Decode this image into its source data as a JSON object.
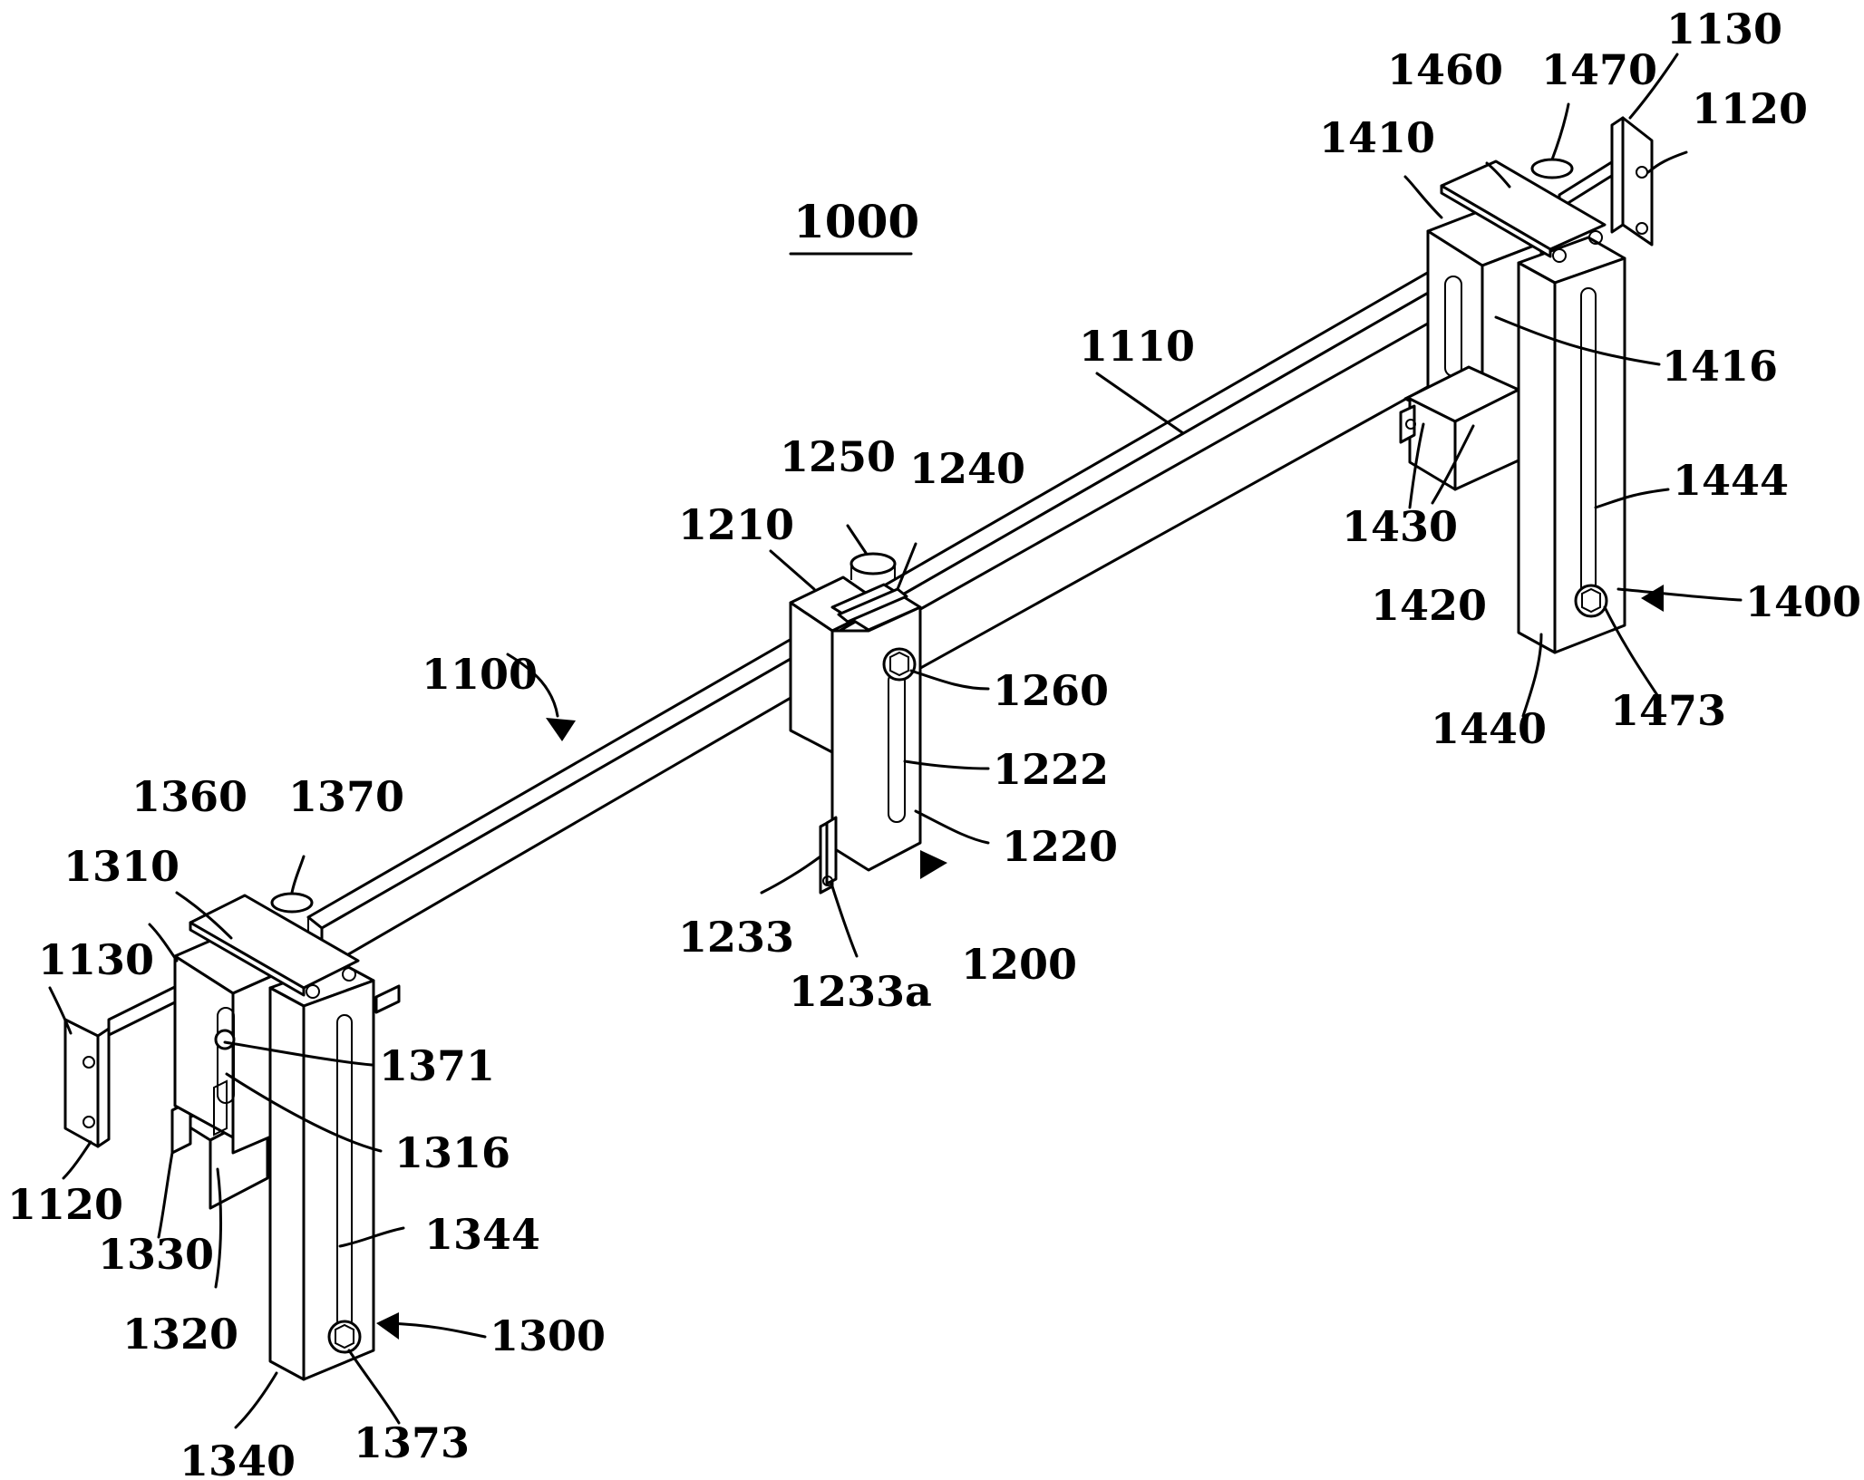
{
  "figure": {
    "title": "1000",
    "labels": {
      "l1130a": "1130",
      "l1120a": "1120",
      "l1460": "1460",
      "l1470": "1470",
      "l1410": "1410",
      "l1416": "1416",
      "l1444": "1444",
      "l1430": "1430",
      "l1420": "1420",
      "l1400": "1400",
      "l1473": "1473",
      "l1440": "1440",
      "l1110": "1110",
      "l1250": "1250",
      "l1240": "1240",
      "l1210": "1210",
      "l1260": "1260",
      "l1222": "1222",
      "l1220": "1220",
      "l1200": "1200",
      "l1233": "1233",
      "l1233a": "1233a",
      "l1100": "1100",
      "l1360": "1360",
      "l1370": "1370",
      "l1310": "1310",
      "l1130b": "1130",
      "l1371": "1371",
      "l1316": "1316",
      "l1344": "1344",
      "l1120b": "1120",
      "l1330": "1330",
      "l1320": "1320",
      "l1300": "1300",
      "l1340": "1340",
      "l1373": "1373"
    }
  }
}
